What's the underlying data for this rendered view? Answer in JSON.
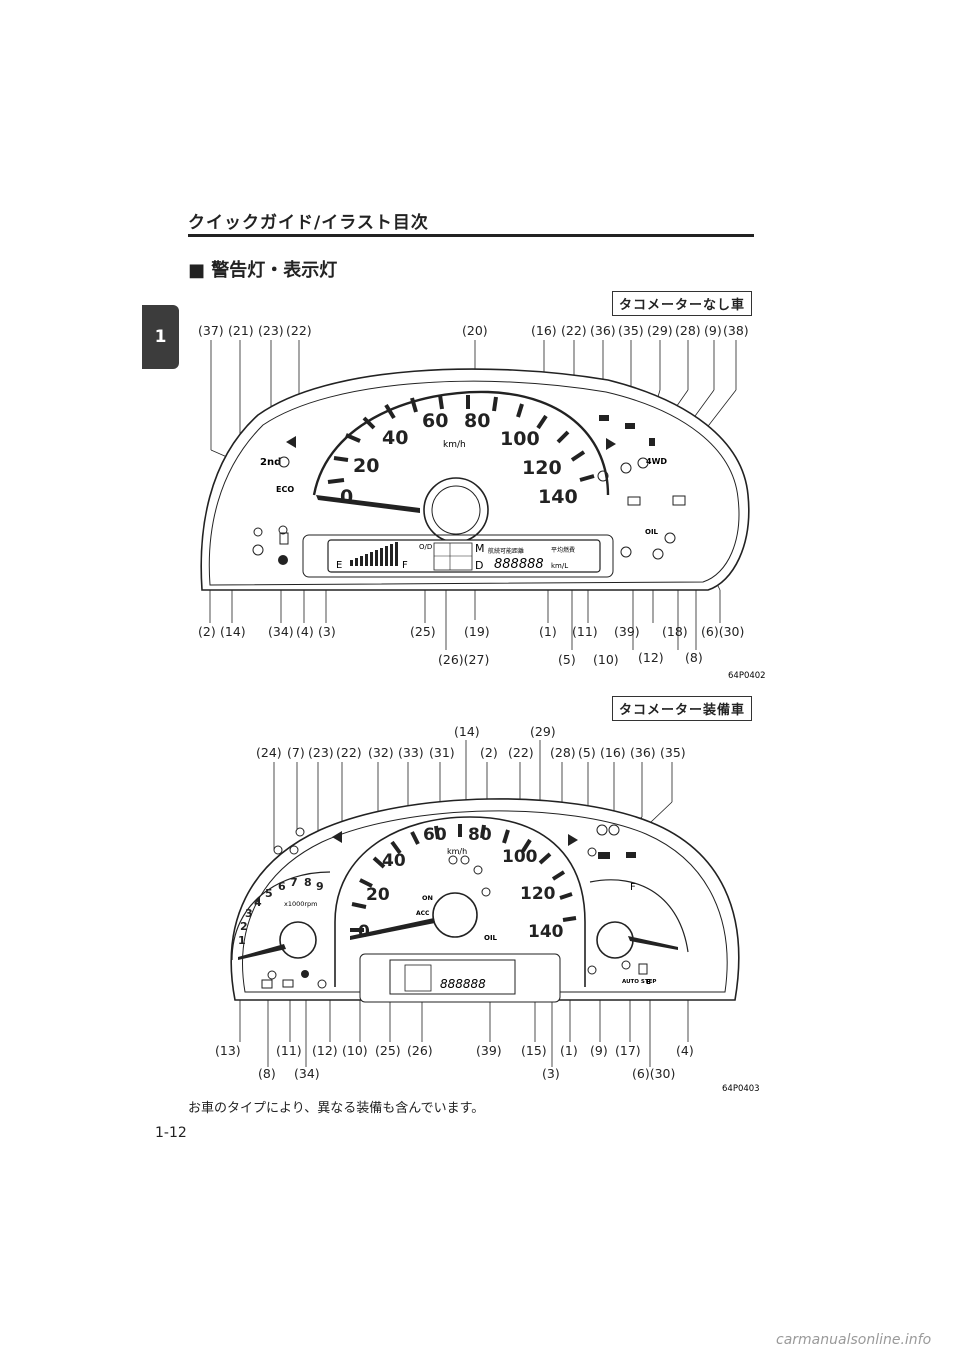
{
  "header": {
    "title": "クイックガイド/イラスト目次",
    "chapter": "1"
  },
  "section": {
    "title": "■ 警告灯・表示灯"
  },
  "fig1": {
    "tag": "タコメーターなし車",
    "code": "64P0402",
    "top_labels": [
      "(37)",
      "(21)",
      "(23)",
      "(22)",
      "(20)",
      "(16)",
      "(22)",
      "(36)",
      "(35)",
      "(29)",
      "(28)",
      "(9)",
      "(38)"
    ],
    "bottom_row1": [
      "(2)",
      "(14)",
      "(34)",
      "(4)",
      "(3)",
      "(25)",
      "(19)",
      "(1)",
      "(11)",
      "(39)",
      "(18)",
      "(6)(30)"
    ],
    "bottom_row2": [
      "(26)(27)",
      "(5)",
      "(10)",
      "(12)",
      "(8)"
    ],
    "speed_ticks": [
      "0",
      "20",
      "40",
      "60",
      "80",
      "100",
      "120",
      "140"
    ],
    "unit": "km/h",
    "lcd": {
      "od": "O/D\nOFF",
      "m": "M",
      "d": "D",
      "range": "航続可能距離",
      "avg": "平均燃費",
      "e": "E",
      "f": "F",
      "digits": "888888",
      "km": "km/L"
    },
    "icon_text": {
      "second": "2nd",
      "eco": "ECO",
      "wd": "4WD",
      "oil": "OIL"
    }
  },
  "fig2": {
    "tag": "タコメーター装備車",
    "code": "64P0403",
    "top_labels_row1": [
      "(14)",
      "(29)"
    ],
    "top_labels_row2": [
      "(24)",
      "(7)",
      "(23)",
      "(22)",
      "(32)",
      "(33)",
      "(31)",
      "(2)",
      "(22)",
      "(28)",
      "(5)",
      "(16)",
      "(36)",
      "(35)"
    ],
    "bottom_row1": [
      "(13)",
      "(11)",
      "(12)",
      "(10)",
      "(25)",
      "(26)",
      "(39)",
      "(15)",
      "(1)",
      "(9)",
      "(17)",
      "(4)"
    ],
    "bottom_row2": [
      "(8)",
      "(34)",
      "(3)",
      "(6)(30)"
    ],
    "speed_ticks": [
      "0",
      "20",
      "40",
      "60",
      "80",
      "100",
      "120",
      "140"
    ],
    "tach_ticks": [
      "1",
      "2",
      "3",
      "4",
      "5",
      "6",
      "7",
      "8",
      "9"
    ],
    "tach_unit": "x1000rpm",
    "unit": "km/h",
    "icon_text": {
      "on": "ON",
      "acc": "ACC",
      "oil": "OIL",
      "auto": "AUTO\nSTEP",
      "f": "F",
      "e": "E"
    }
  },
  "note": "お車のタイプにより、異なる装備も含んでいます。",
  "page_number": "1-12",
  "watermark": "carmanualsonline.info"
}
